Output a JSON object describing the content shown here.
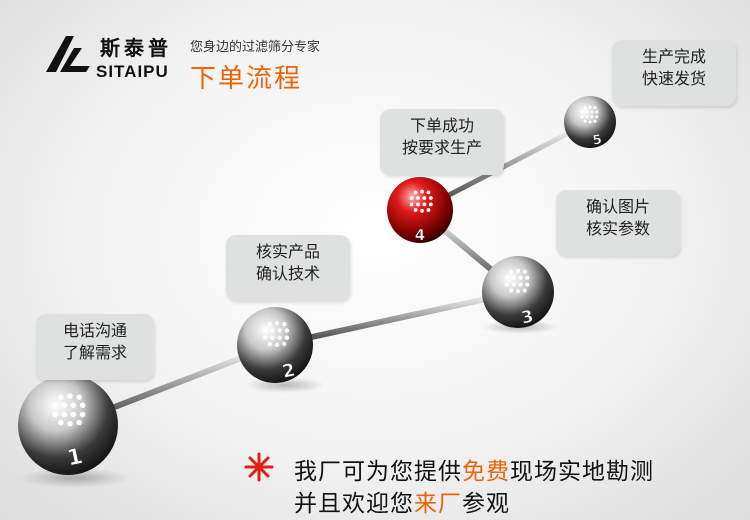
{
  "brand": {
    "name_cn": "斯泰普",
    "name_en": "SITAIPU"
  },
  "header": {
    "slogan": "您身边的过滤筛分专家",
    "title": "下单流程"
  },
  "steps": [
    {
      "number": "1",
      "line1": "电话沟通",
      "line2": "了解需求"
    },
    {
      "number": "2",
      "line1": "核实产品",
      "line2": "确认技术"
    },
    {
      "number": "3",
      "line1": "确认图片",
      "line2": "核实参数"
    },
    {
      "number": "4",
      "line1": "下单成功",
      "line2": "按要求生产"
    },
    {
      "number": "5",
      "line1": "生产完成",
      "line2": "快速发货"
    }
  ],
  "footer": {
    "line1_a": "我厂可为您提供",
    "line1_hl": "免费",
    "line1_b": "现场实地勘测",
    "line2_a": "并且欢迎您",
    "line2_hl": "来厂",
    "line2_b": "参观"
  },
  "colors": {
    "accent": "#e8650a",
    "highlight_ball": "#cc1111",
    "star": "#e02010"
  }
}
